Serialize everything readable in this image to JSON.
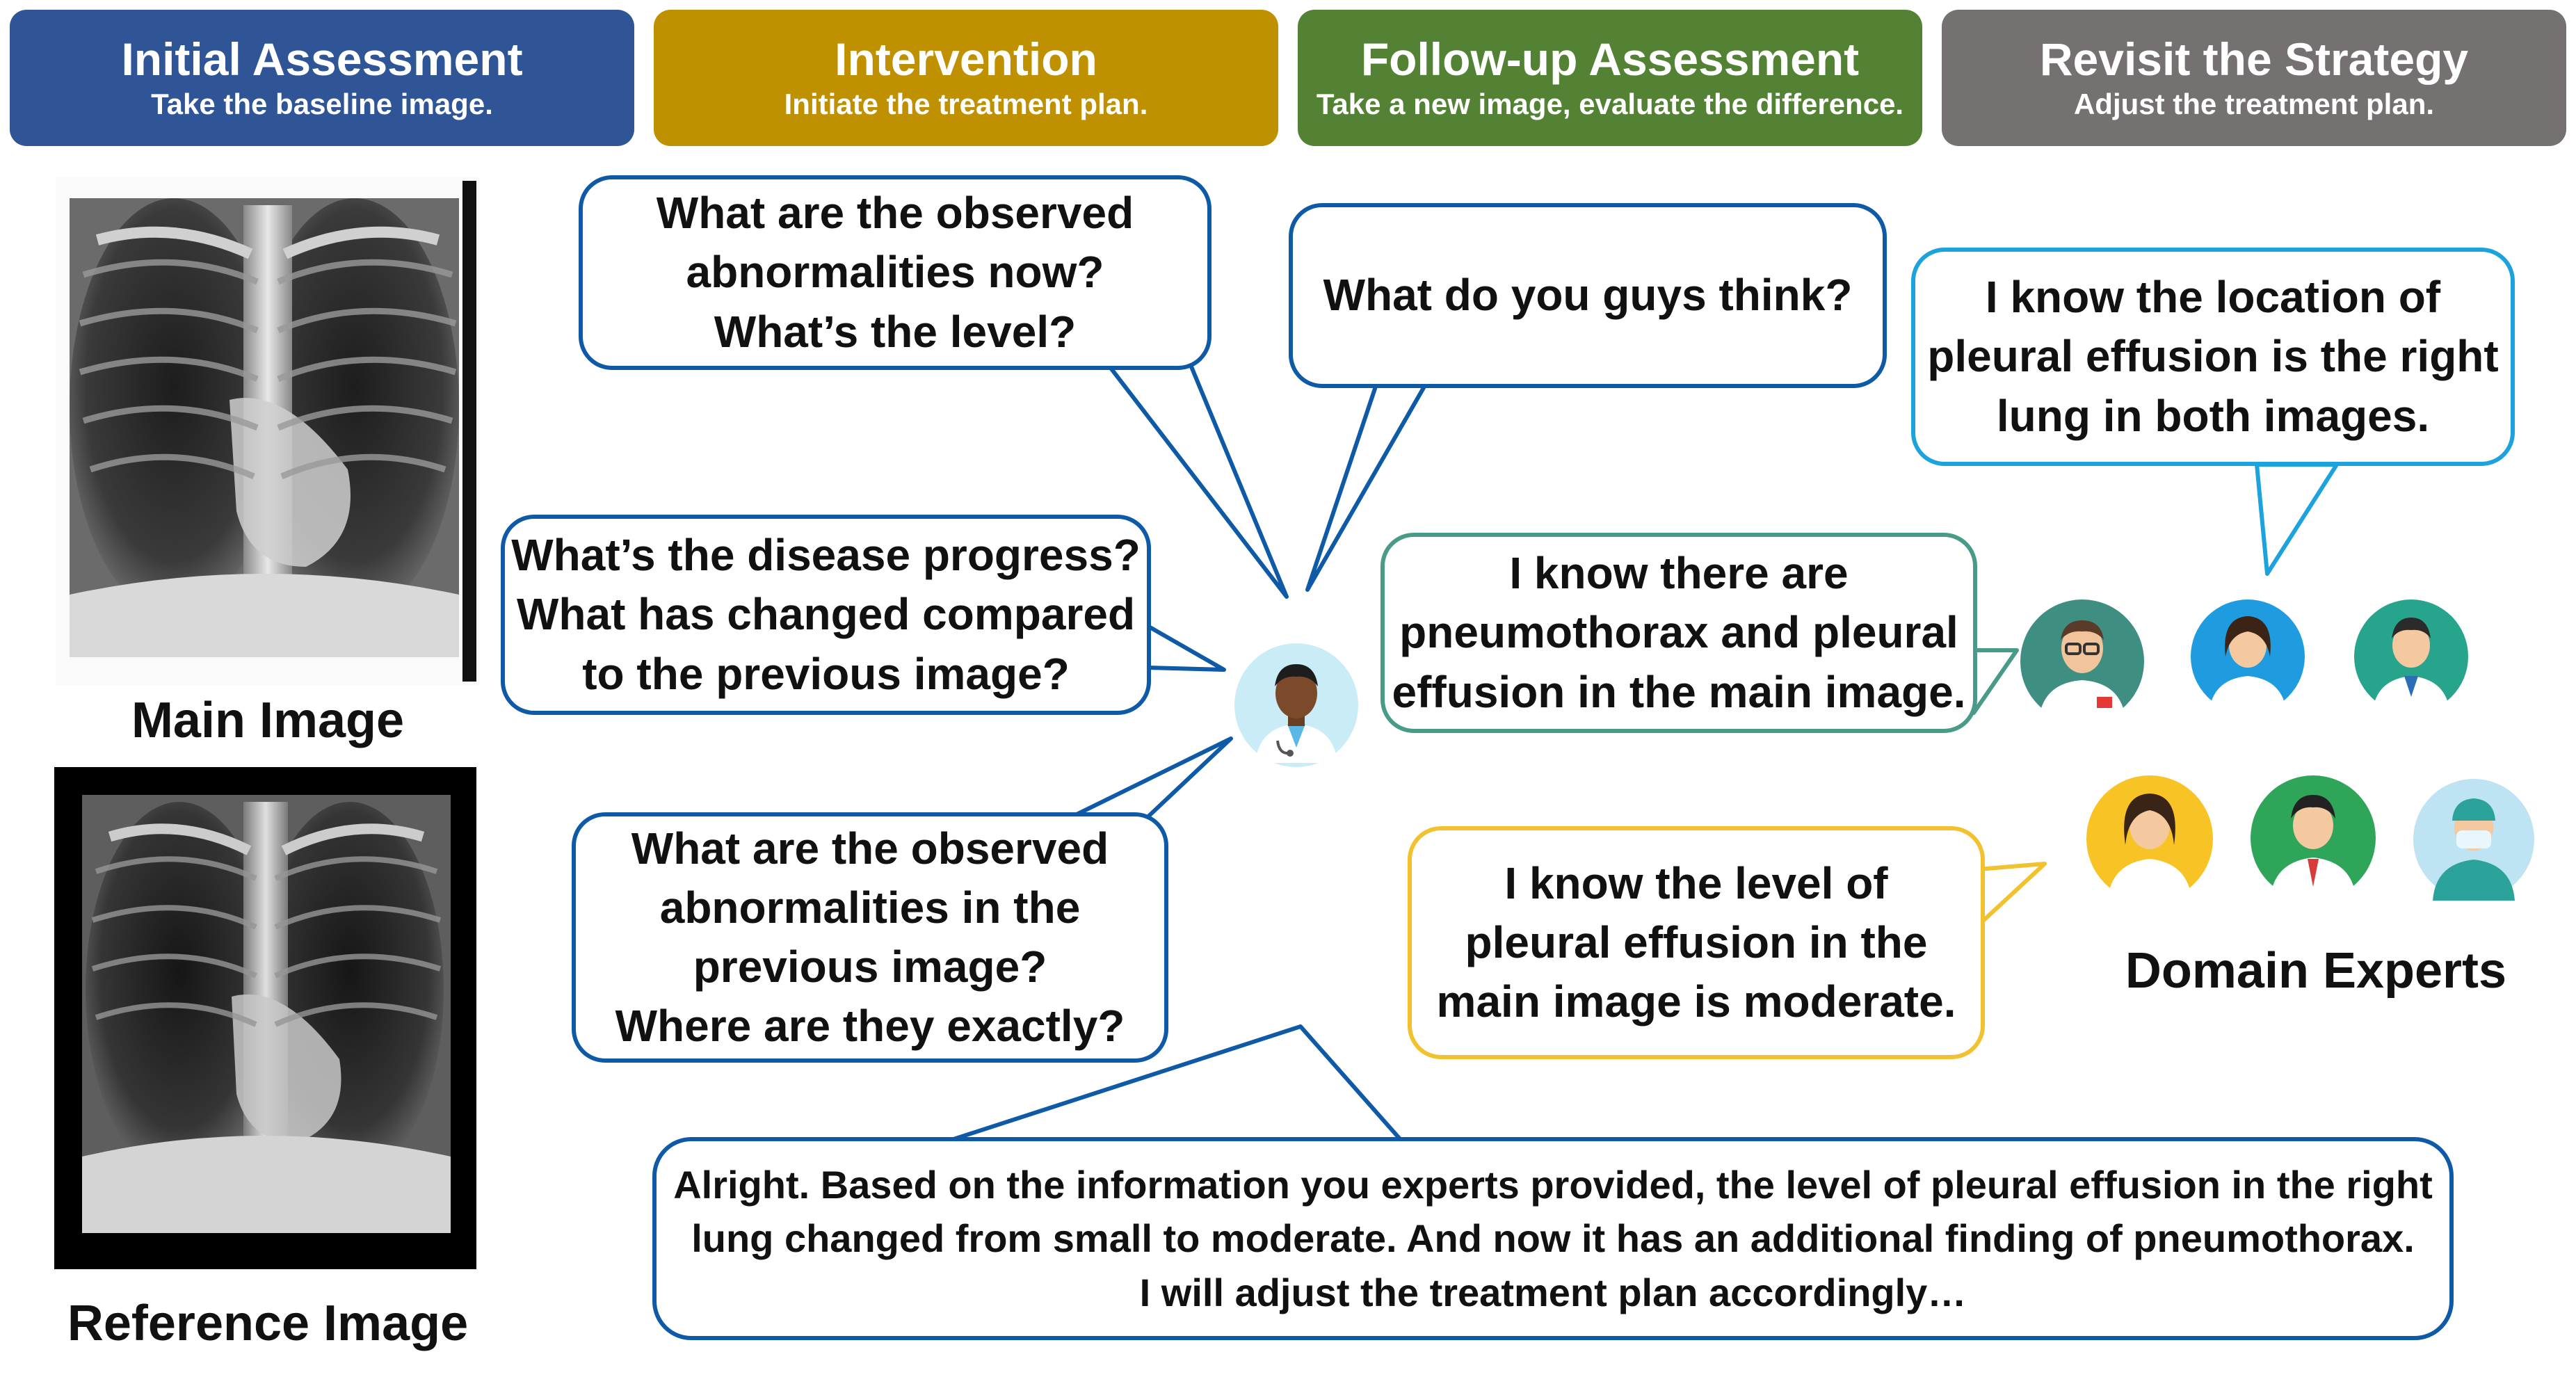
{
  "stages": [
    {
      "title": "Initial Assessment",
      "subtitle": "Take the baseline image.",
      "color": "#2F5597"
    },
    {
      "title": "Intervention",
      "subtitle": "Initiate the treatment plan.",
      "color": "#BF9000"
    },
    {
      "title": "Follow-up Assessment",
      "subtitle": "Take a new image, evaluate the difference.",
      "color": "#548235"
    },
    {
      "title": "Revisit the Strategy",
      "subtitle": "Adjust the treatment plan.",
      "color": "#767171"
    }
  ],
  "images": {
    "main_caption": "Main Image",
    "reference_caption": "Reference Image"
  },
  "bubbles": {
    "abnormalities_now": "What are the observed\nabnormalities now?\nWhat’s the level?",
    "what_think": "What do you guys think?",
    "disease_progress": "What’s the disease progress?\nWhat has changed compared\nto the previous image?",
    "previous_abnormalities": "What are the observed\nabnormalities in the\nprevious image?\nWhere are they exactly?",
    "location_expert": "I know the location of\npleural effusion is the right\nlung in both images.",
    "findings_expert": "I know there are\npneumothorax and pleural\neffusion in the main image.",
    "level_expert": "I know the level of\npleural effusion in the\nmain image is moderate.",
    "conclusion": "Alright. Based on the information you experts provided, the level of pleural effusion in the right\nlung changed from small to moderate. And now it has an additional finding of pneumothorax.\nI will adjust the treatment plan accordingly…"
  },
  "experts_label": "Domain Experts",
  "colors": {
    "navy_border": "#0E5AA7",
    "light_blue_border": "#1CA3DE",
    "teal_border": "#4A9A8A",
    "yellow_border": "#F2C12E"
  }
}
